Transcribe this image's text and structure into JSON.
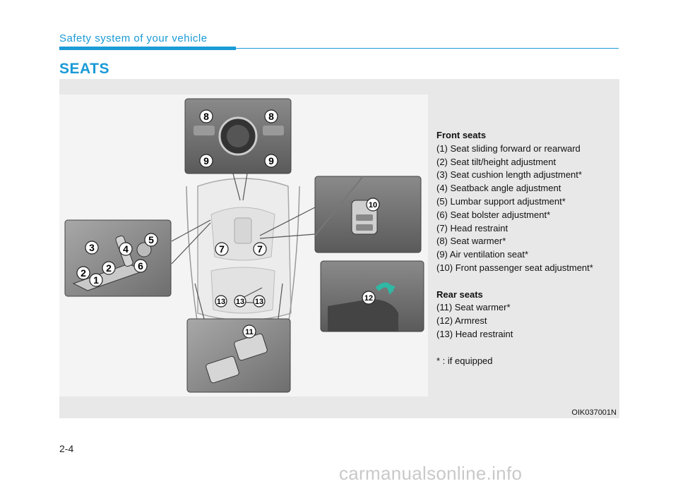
{
  "header": {
    "section_label": "Safety system of your vehicle"
  },
  "title": "SEATS",
  "legend": {
    "front_heading": "Front seats",
    "front_items": [
      "(1) Seat sliding forward or rearward",
      "(2) Seat tilt/height adjustment",
      "(3) Seat cushion length adjustment*",
      "(4) Seatback angle adjustment",
      "(5) Lumbar support adjustment*",
      "(6) Seat bolster adjustment*",
      "(7) Head restraint",
      "(8) Seat warmer*",
      "(9) Air ventilation seat*",
      "(10) Front passenger seat adjustment*"
    ],
    "rear_heading": "Rear seats",
    "rear_items": [
      "(11) Seat warmer*",
      "(12) Armrest",
      "(13) Head restraint"
    ],
    "footnote": "* : if equipped"
  },
  "figure_code": "OIK037001N",
  "callouts": {
    "n1": "1",
    "n2": "2",
    "n3": "3",
    "n4": "4",
    "n5": "5",
    "n6": "6",
    "n7": "7",
    "n8": "8",
    "n9": "9",
    "n10": "10",
    "n11": "11",
    "n12": "12",
    "n13": "13"
  },
  "page_number": "2-4",
  "watermark": "carmanualsonline.info",
  "colors": {
    "accent": "#1a9ad6",
    "panel_bg": "#e8e8e8",
    "armrest_arrow": "#2fb8a4"
  }
}
